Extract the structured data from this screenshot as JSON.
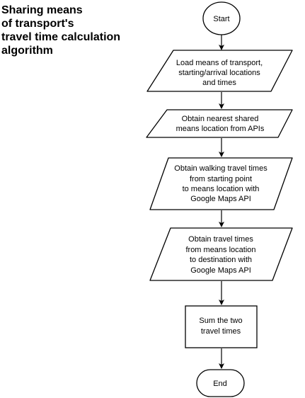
{
  "title": {
    "lines": [
      "Sharing means",
      "of transport's",
      "travel time calculation",
      "algorithm"
    ]
  },
  "nodes": {
    "start": {
      "shape": "ellipse",
      "lines": [
        "Start"
      ]
    },
    "load": {
      "shape": "parallelogram",
      "lines": [
        "Load means of transport,",
        "starting/arrival locations",
        "and times"
      ]
    },
    "nearest": {
      "shape": "parallelogram",
      "lines": [
        "Obtain nearest shared",
        "means location from APIs"
      ]
    },
    "walking": {
      "shape": "parallelogram",
      "lines": [
        "Obtain walking travel times",
        "from starting point",
        "to means location with",
        "Google Maps API"
      ]
    },
    "travel": {
      "shape": "parallelogram",
      "lines": [
        "Obtain travel times",
        "from means location",
        "to destination with",
        "Google Maps API"
      ]
    },
    "sum": {
      "shape": "rectangle",
      "lines": [
        "Sum the two",
        "travel times"
      ]
    },
    "end": {
      "shape": "ellipse",
      "lines": [
        "End"
      ]
    }
  },
  "edges": [
    [
      "start",
      "load"
    ],
    [
      "load",
      "nearest"
    ],
    [
      "nearest",
      "walking"
    ],
    [
      "walking",
      "travel"
    ],
    [
      "travel",
      "sum"
    ],
    [
      "sum",
      "end"
    ]
  ],
  "colors": {
    "stroke": "#000000",
    "fill": "#ffffff",
    "text": "#000000"
  }
}
